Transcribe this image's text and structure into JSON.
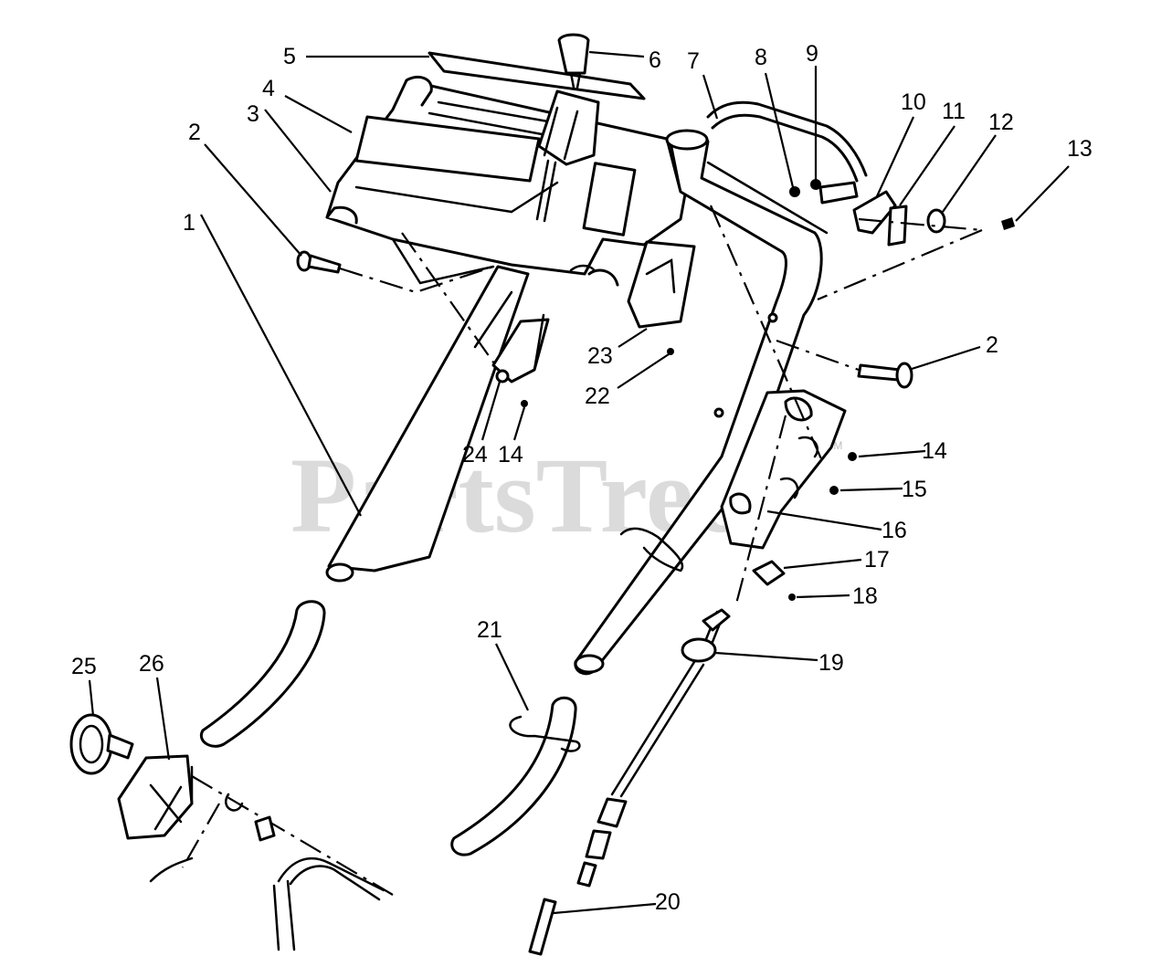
{
  "watermark": {
    "text": "PartsTree",
    "trademark": "TM"
  },
  "callouts": [
    {
      "id": "label-1",
      "text": "1"
    },
    {
      "id": "label-2a",
      "text": "2"
    },
    {
      "id": "label-2b",
      "text": "2"
    },
    {
      "id": "label-3",
      "text": "3"
    },
    {
      "id": "label-4",
      "text": "4"
    },
    {
      "id": "label-5",
      "text": "5"
    },
    {
      "id": "label-6",
      "text": "6"
    },
    {
      "id": "label-7",
      "text": "7"
    },
    {
      "id": "label-8",
      "text": "8"
    },
    {
      "id": "label-9",
      "text": "9"
    },
    {
      "id": "label-10",
      "text": "10"
    },
    {
      "id": "label-11",
      "text": "11"
    },
    {
      "id": "label-12",
      "text": "12"
    },
    {
      "id": "label-13",
      "text": "13"
    },
    {
      "id": "label-14a",
      "text": "14"
    },
    {
      "id": "label-14b",
      "text": "14"
    },
    {
      "id": "label-15",
      "text": "15"
    },
    {
      "id": "label-16",
      "text": "16"
    },
    {
      "id": "label-17",
      "text": "17"
    },
    {
      "id": "label-18",
      "text": "18"
    },
    {
      "id": "label-19",
      "text": "19"
    },
    {
      "id": "label-20",
      "text": "20"
    },
    {
      "id": "label-21",
      "text": "21"
    },
    {
      "id": "label-22",
      "text": "22"
    },
    {
      "id": "label-23",
      "text": "23"
    },
    {
      "id": "label-24",
      "text": "24"
    },
    {
      "id": "label-25",
      "text": "25"
    },
    {
      "id": "label-26",
      "text": "26"
    }
  ]
}
